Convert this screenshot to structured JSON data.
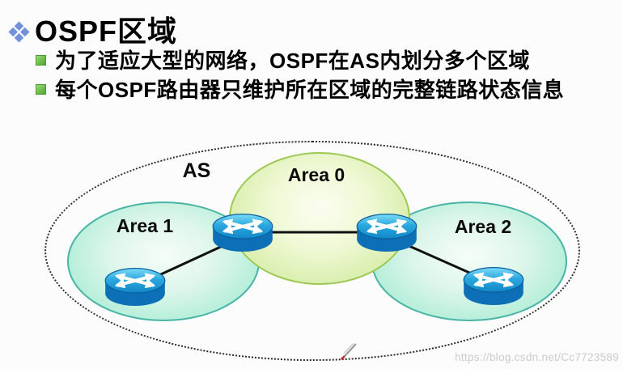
{
  "title": {
    "text": "OSPF区域",
    "icon": "four-diamond-icon",
    "icon_color": "#7390dc"
  },
  "bullets": [
    {
      "text": "为了适应大型的网络，OSPF在AS内划分多个区域"
    },
    {
      "text": "每个OSPF路由器只维护所在区域的完整链路状态信息"
    }
  ],
  "diagram": {
    "as_label": "AS",
    "areas": [
      {
        "id": "area1",
        "label": "Area 1"
      },
      {
        "id": "area0",
        "label": "Area 0"
      },
      {
        "id": "area2",
        "label": "Area 2"
      }
    ],
    "routers": [
      {
        "id": "abr-area1-area0",
        "role": "border router between Area 1 and Area 0"
      },
      {
        "id": "abr-area0-area2",
        "role": "border router between Area 0 and Area 2"
      },
      {
        "id": "internal-area1",
        "role": "router inside Area 1"
      },
      {
        "id": "internal-area2",
        "role": "router inside Area 2"
      }
    ],
    "links": [
      {
        "from": "abr-area1-area0",
        "to": "abr-area0-area2"
      },
      {
        "from": "abr-area1-area0",
        "to": "internal-area1"
      },
      {
        "from": "abr-area0-area2",
        "to": "internal-area2"
      }
    ]
  },
  "watermark": {
    "text": "https://blog.csdn.net/Cc7723589"
  },
  "colors": {
    "title_icon_blue": "#7390dc",
    "bullet_green": "#6cbf4a",
    "area_side_fill_edge": "#8ce2cb",
    "area_side_border": "#49b4a6",
    "area0_fill_edge": "#c8e795",
    "area0_border": "#9cc853",
    "router_top_blue": "#1e9ad6",
    "router_side_blue": "#0d6fb5",
    "link_black": "#111111",
    "as_dotted": "#2a2a2a",
    "watermark_gray": "#cbcbcb"
  }
}
